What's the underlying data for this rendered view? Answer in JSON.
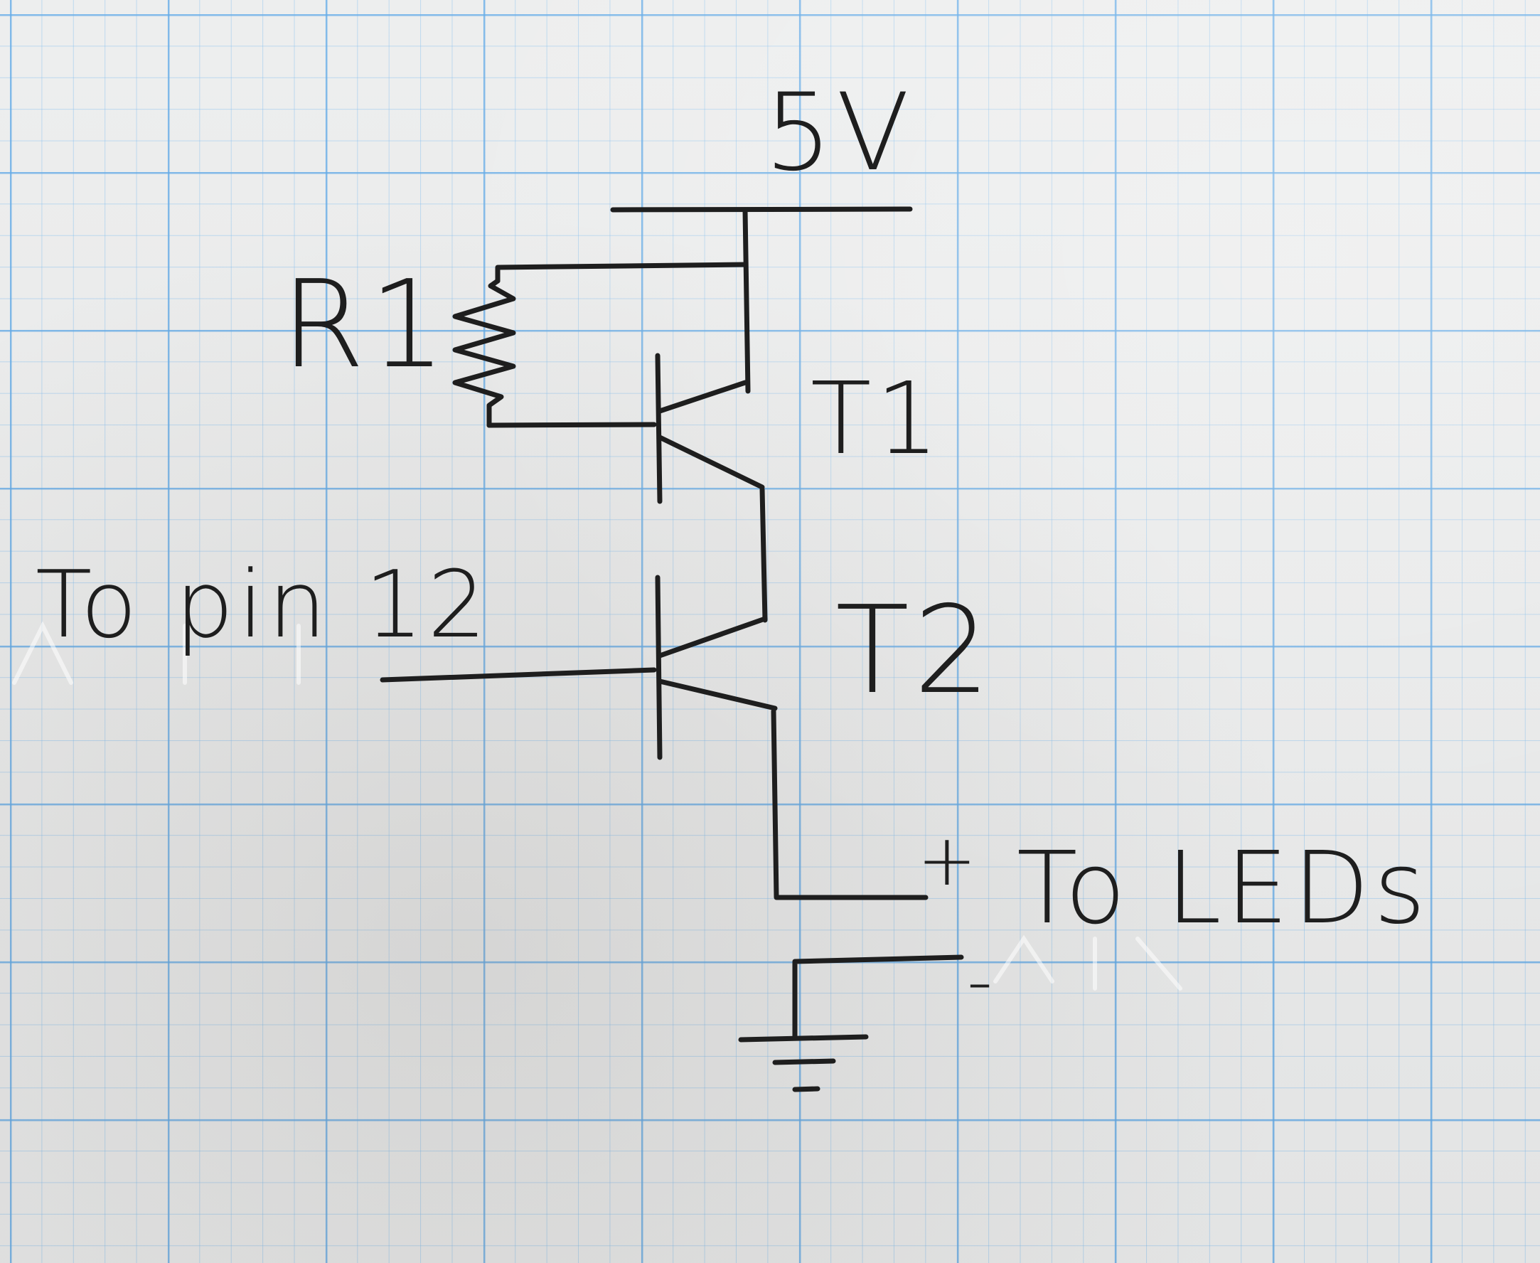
{
  "diagram": {
    "supply_label": "5V",
    "resistor_label": "R1",
    "transistor1_label": "T1",
    "transistor2_label": "T2",
    "input_label": "To pin 12",
    "output_label": "To LEDs",
    "plus_sign": "+",
    "minus_sign": "-"
  },
  "colors": {
    "ink": "#1e1e1e",
    "grid": "#58a5e6",
    "paper": "#eceded"
  },
  "icons": {
    "ground": "ground-symbol-icon",
    "resistor": "resistor-zigzag-icon"
  }
}
